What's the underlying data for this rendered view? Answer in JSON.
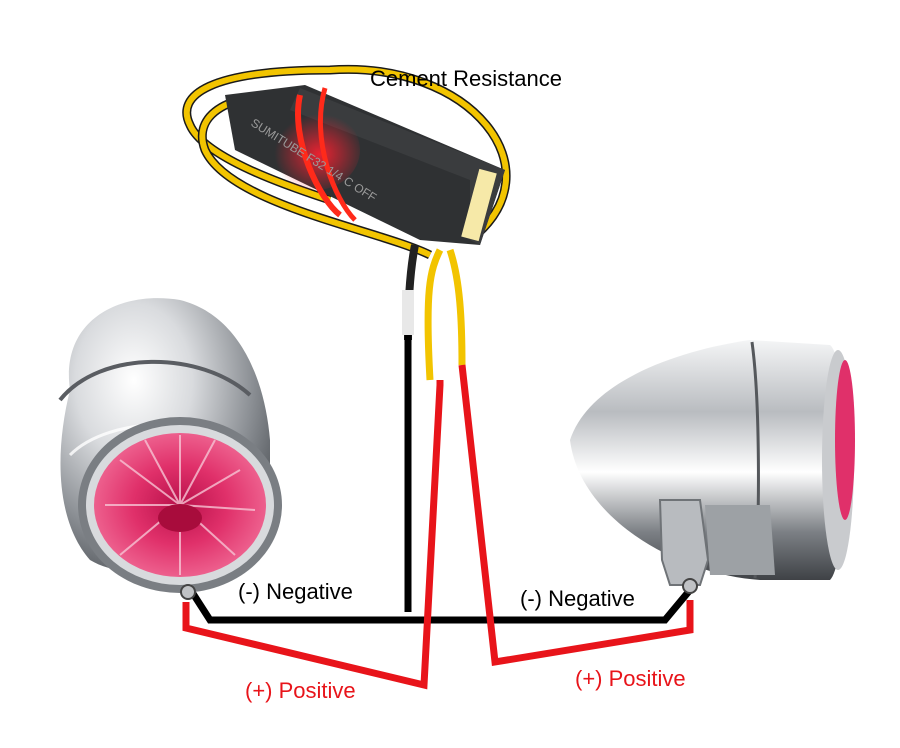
{
  "labels": {
    "resistor": "Cement Resistance",
    "negative_left": "(-) Negative",
    "negative_right": "(-) Negative",
    "positive_left": "(+) Positive",
    "positive_right": "(+) Positive"
  },
  "resistor_print": "SUMITUBE F32 1/4 C OFF",
  "colors": {
    "positive_wire": "#e8141a",
    "negative_wire": "#000000",
    "resistor_lead": "#f2c400",
    "lens": "#e0306a",
    "chrome": "#c8cacd"
  },
  "icons": {
    "left_lamp": "bullet-turn-signal-front",
    "right_lamp": "bullet-turn-signal-side",
    "resistor": "load-resistor"
  }
}
